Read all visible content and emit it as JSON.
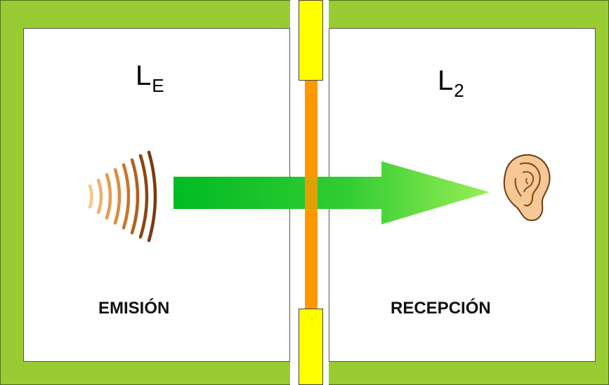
{
  "source_room": {
    "level_symbol": "L",
    "level_subscript": "E",
    "label": "EMISIÓN"
  },
  "receiving_room": {
    "level_symbol": "L",
    "level_subscript": "2",
    "label": "RECEPCIÓN"
  },
  "colors": {
    "wall": "#99cc33",
    "partition_core": "#ff9900",
    "partition_ends": "#ffff00",
    "arrow": "#22cc22",
    "sound_waves": [
      "#f2b060",
      "#d08030",
      "#8b4513"
    ],
    "ear_skin": "#f5c896"
  },
  "icons": {
    "source": "sound-waves-icon",
    "receiver": "ear-icon"
  }
}
